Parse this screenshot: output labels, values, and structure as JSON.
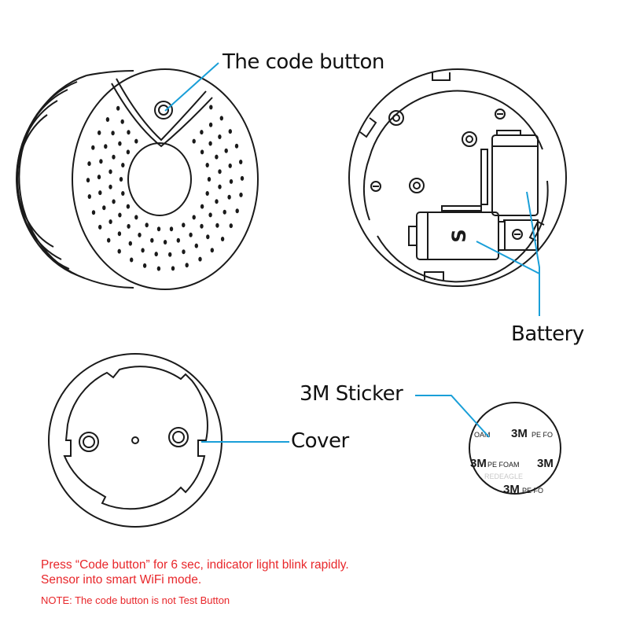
{
  "labels": {
    "code_button": "The code button",
    "battery": "Battery",
    "sticker": "3M Sticker",
    "cover": "Cover"
  },
  "sticker_print": {
    "brand": "3M",
    "material_full": "PE FOAM",
    "material_partial_1": "PE FO",
    "material_partial_2": "OAM",
    "maker_partial": "REDEAGLE"
  },
  "battery_mark": "S",
  "notes": {
    "line1": "Press “Code button” for 6 sec, indicator light blink rapidly.",
    "line2": "Sensor into smart WiFi mode.",
    "line3": "NOTE: The code button is not Test Button"
  },
  "colors": {
    "leader": "#1a9fd8",
    "note_text": "#e8262a",
    "drawing": "#1a1a1a"
  }
}
